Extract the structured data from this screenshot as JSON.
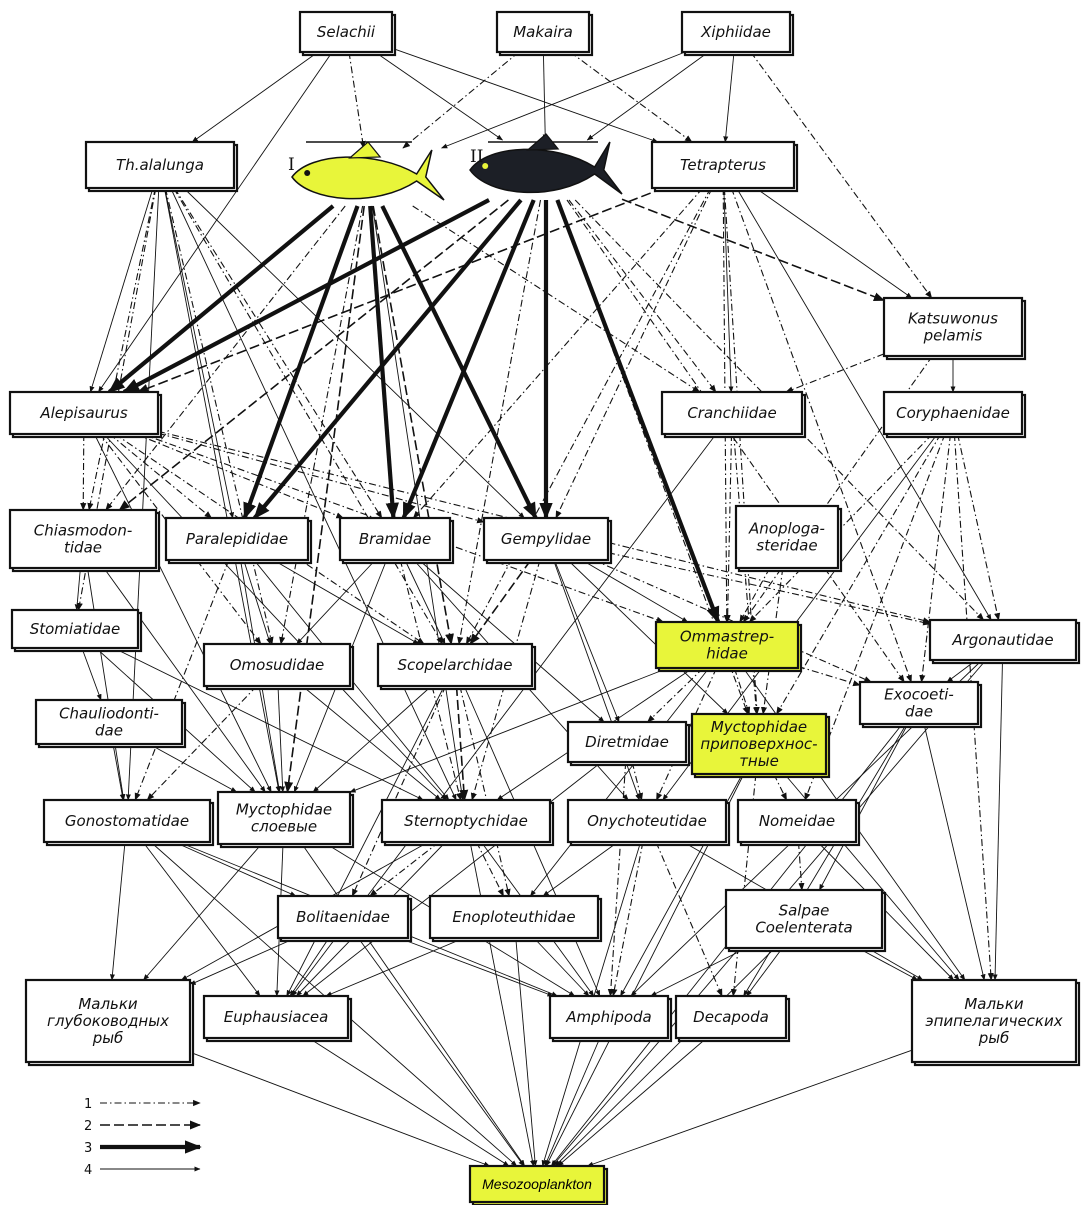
{
  "nodes": [
    {
      "id": "selachii",
      "lines": [
        "Selachii"
      ]
    },
    {
      "id": "makaira",
      "lines": [
        "Makaira"
      ]
    },
    {
      "id": "xiphiidae",
      "lines": [
        "Xiphiidae"
      ]
    },
    {
      "id": "thalalunga",
      "lines": [
        "Th.alalunga"
      ]
    },
    {
      "id": "tetrapterus",
      "lines": [
        "Tetrapterus"
      ]
    },
    {
      "id": "katsuwonus",
      "lines": [
        "Katsuwonus",
        "pelamis"
      ]
    },
    {
      "id": "alepisaurus",
      "lines": [
        "Alepisaurus"
      ]
    },
    {
      "id": "cranchiidae",
      "lines": [
        "Cranchiidae"
      ]
    },
    {
      "id": "coryphaenidae",
      "lines": [
        "Coryphaenidae"
      ]
    },
    {
      "id": "chiasmodon",
      "lines": [
        "Chiasmodon-",
        "tidae"
      ]
    },
    {
      "id": "paralepididae",
      "lines": [
        "Paralepididae"
      ]
    },
    {
      "id": "bramidae",
      "lines": [
        "Bramidae"
      ]
    },
    {
      "id": "gempylidae",
      "lines": [
        "Gempylidae"
      ]
    },
    {
      "id": "anoplogaster",
      "lines": [
        "Anoplogа-",
        "steridae"
      ]
    },
    {
      "id": "stomiatidae",
      "lines": [
        "Stomiatidae"
      ]
    },
    {
      "id": "omosudidae",
      "lines": [
        "Omosudidae"
      ]
    },
    {
      "id": "scopelarchidae",
      "lines": [
        "Scopelarchidae"
      ]
    },
    {
      "id": "ommastrephidae",
      "lines": [
        "Ommastrep-",
        "hidae"
      ],
      "highlight": true
    },
    {
      "id": "argonautidae",
      "lines": [
        "Argonautidae"
      ]
    },
    {
      "id": "chauliodontidae",
      "lines": [
        "Chauliodonti-",
        "dae"
      ]
    },
    {
      "id": "exocoetidae",
      "lines": [
        "Exocoeti-",
        "dae"
      ]
    },
    {
      "id": "diretmidae",
      "lines": [
        "Diretmidae"
      ]
    },
    {
      "id": "myctophidae_surface",
      "lines": [
        "Myctophidae",
        "приповерхнос-",
        "тные"
      ],
      "highlight": true
    },
    {
      "id": "gonostomatidae",
      "lines": [
        "Gonostomatidae"
      ]
    },
    {
      "id": "myctophidae_layer",
      "lines": [
        "Myctophidae",
        "слоевые"
      ]
    },
    {
      "id": "sternoptychidae",
      "lines": [
        "Sternoptychidae"
      ]
    },
    {
      "id": "onychoteuthidae",
      "lines": [
        "Onychoteutidae"
      ]
    },
    {
      "id": "nomeidae",
      "lines": [
        "Nomeidae"
      ]
    },
    {
      "id": "bolitaenidae",
      "lines": [
        "Bolitaenidae"
      ]
    },
    {
      "id": "enoploteuthidae",
      "lines": [
        "Enoploteuthidae"
      ]
    },
    {
      "id": "salpae",
      "lines": [
        "Salpae",
        "Coelenterata"
      ]
    },
    {
      "id": "malki_deep",
      "lines": [
        "Мальки",
        "глубоководных",
        "рыб"
      ]
    },
    {
      "id": "euphausiacea",
      "lines": [
        "Euphausiacea"
      ]
    },
    {
      "id": "amphipoda",
      "lines": [
        "Amphipoda"
      ]
    },
    {
      "id": "decapoda",
      "lines": [
        "Decapoda"
      ]
    },
    {
      "id": "malki_epi",
      "lines": [
        "Мальки",
        "эпипелагических",
        "рыб"
      ]
    },
    {
      "id": "mesozooplankton",
      "lines": [
        "Mesozooplankton"
      ],
      "highlight": true
    }
  ],
  "fish": [
    {
      "id": "fish1",
      "label": "I",
      "color": "#e8f53a"
    },
    {
      "id": "fish2",
      "label": "II",
      "color": "#1c1f26"
    }
  ],
  "legend": [
    {
      "num": "1",
      "style": "dash-dot"
    },
    {
      "num": "2",
      "style": "dashed"
    },
    {
      "num": "3",
      "style": "thick"
    },
    {
      "num": "4",
      "style": "thin"
    }
  ],
  "colors": {
    "highlight": "#e8f53a",
    "line": "#111111",
    "fish_dark": "#1c1f26"
  }
}
